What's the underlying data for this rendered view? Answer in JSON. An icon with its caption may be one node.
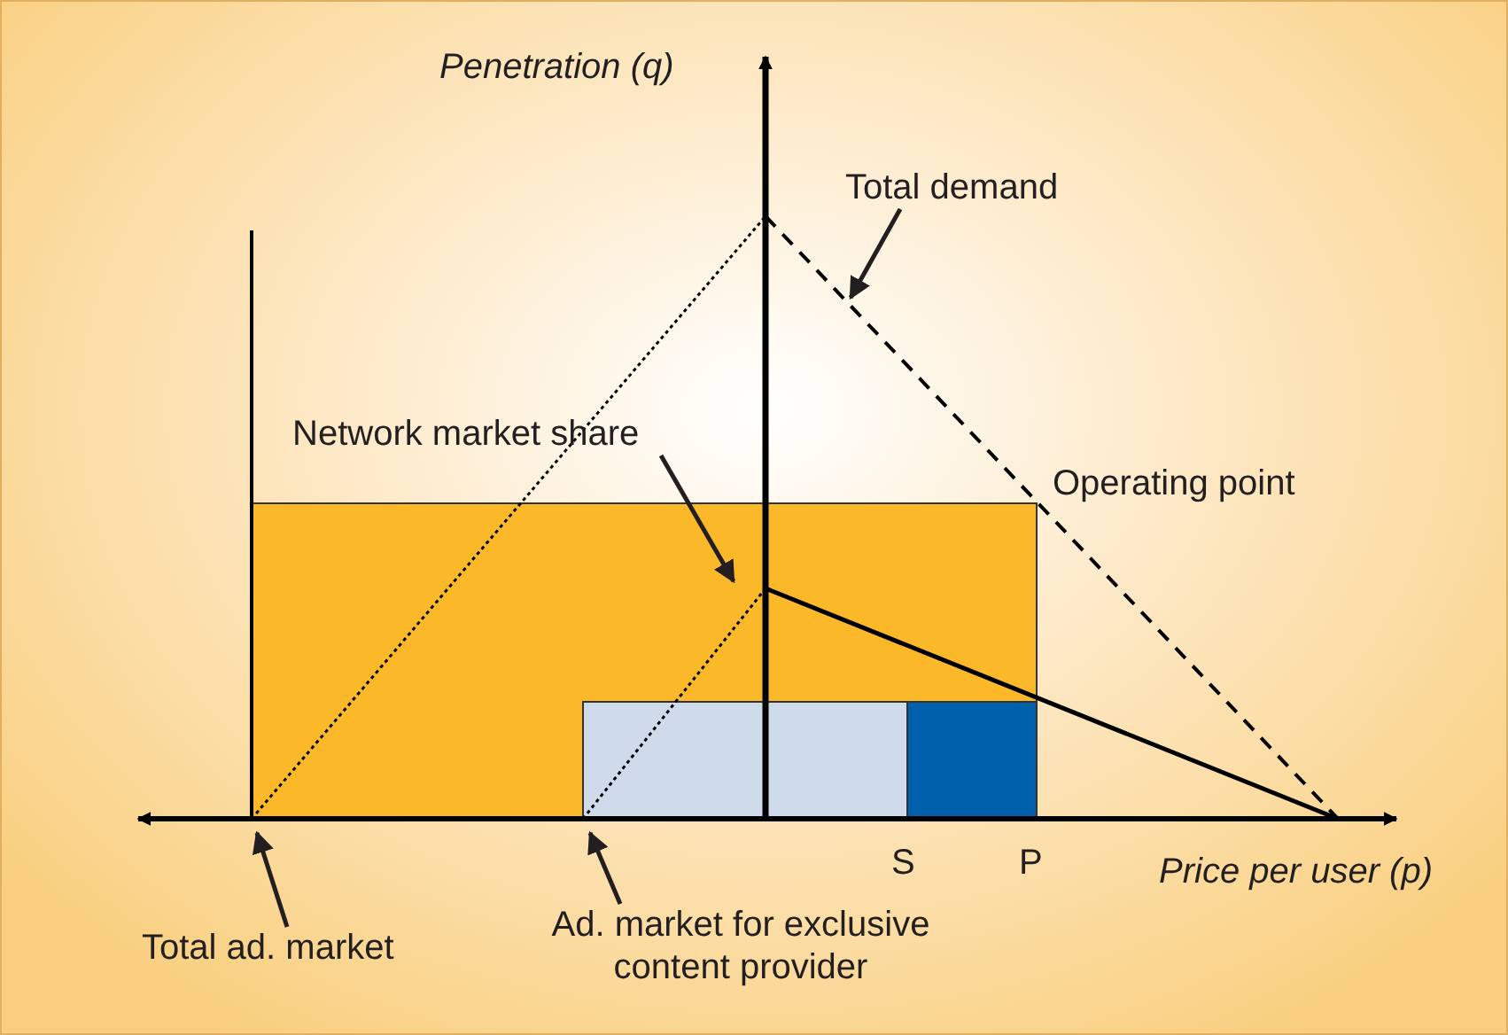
{
  "diagram": {
    "nodes": [
      {
        "text": [
          "Total demand"
        ]
      },
      {
        "text": [
          "Network market share"
        ]
      },
      {
        "text": [
          "Total ad. market"
        ]
      },
      {
        "text": [
          "Ad. market for exclusive content provider"
        ]
      }
    ],
    "edges": [
      {
        "from": 0,
        "to": null,
        "arrow": "to"
      },
      {
        "from": 1,
        "to": null,
        "arrow": "to"
      },
      {
        "from": 2,
        "to": null,
        "arrow": "to"
      },
      {
        "from": 3,
        "to": null,
        "arrow": "to"
      }
    ],
    "labels": [
      "Penetration (q)",
      "Operating point",
      "S",
      "P",
      "Price per user (p)"
    ]
  }
}
